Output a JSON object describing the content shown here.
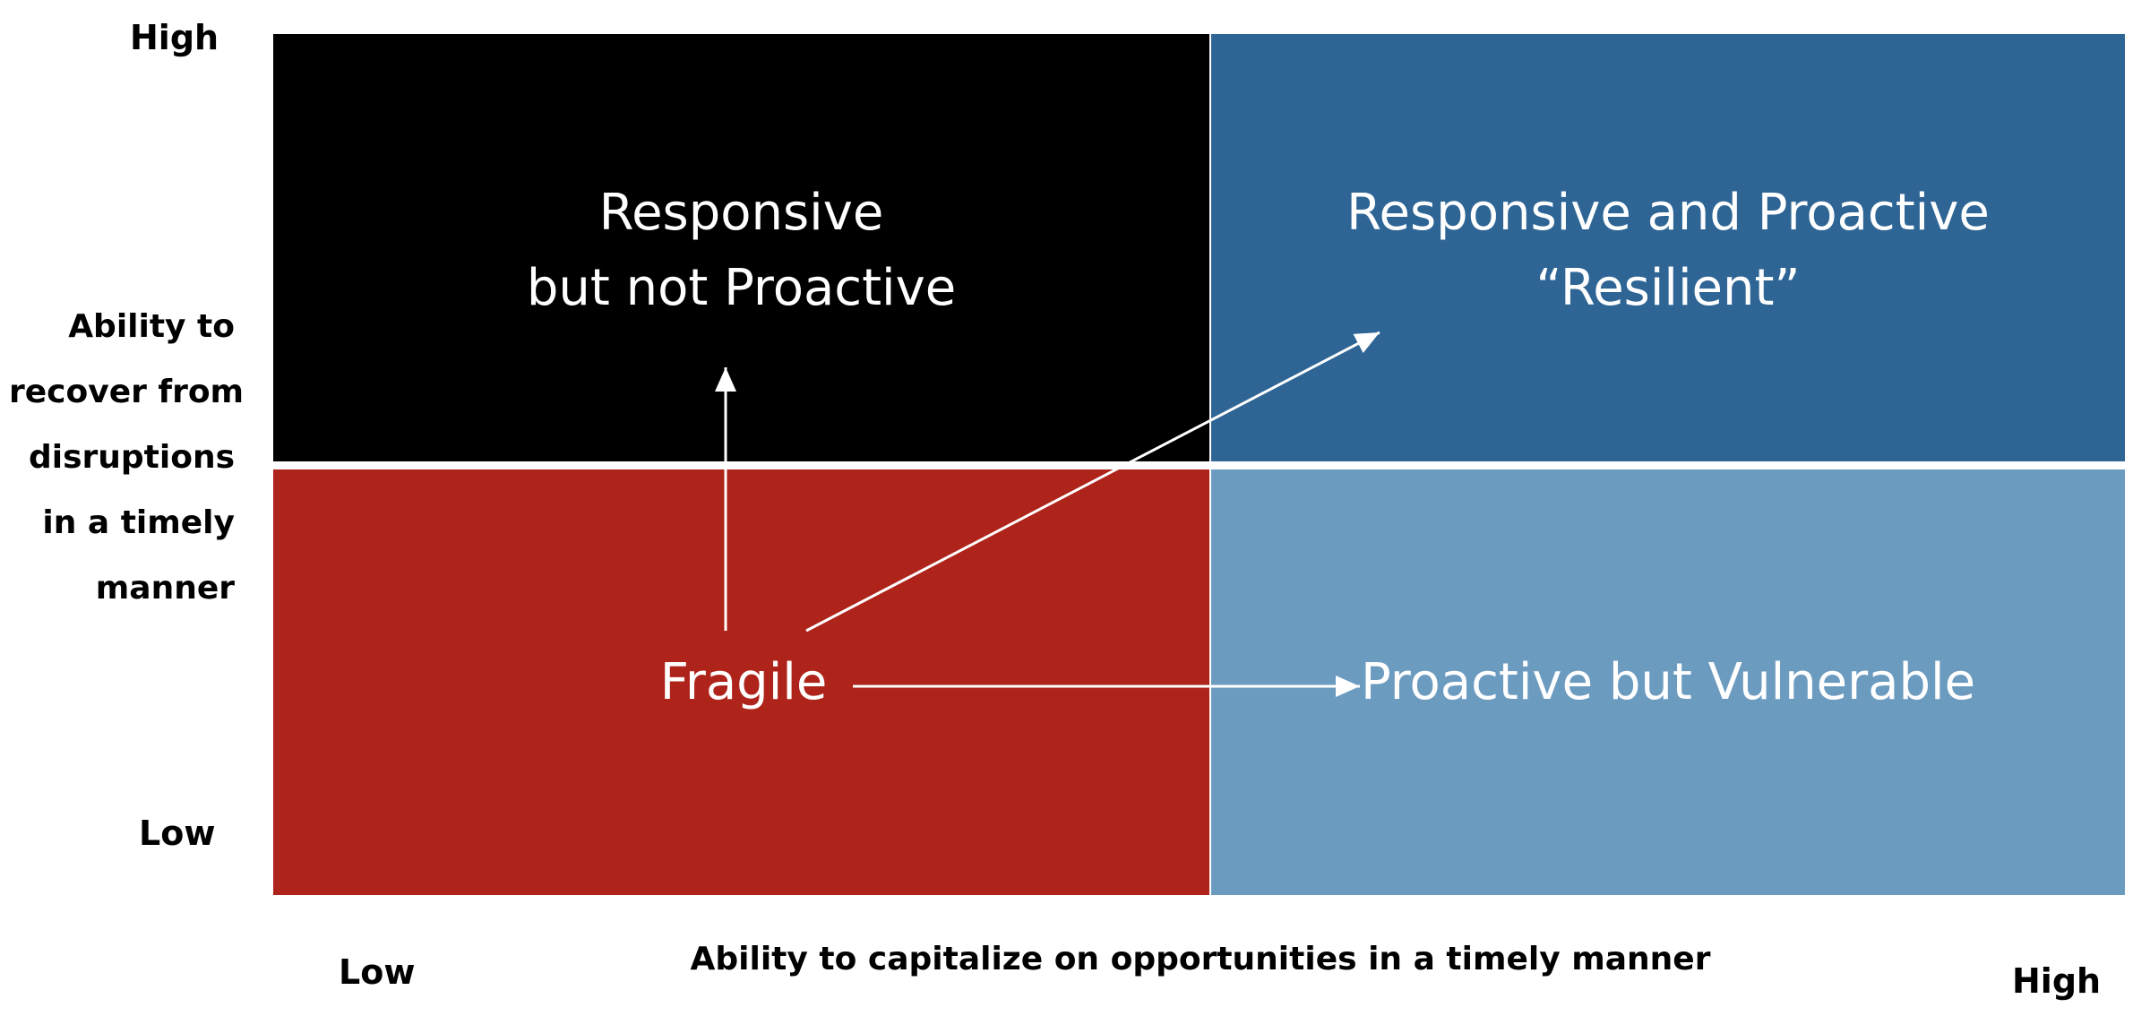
{
  "quadrants": {
    "top_left": {
      "lines": [
        "Responsive",
        "but not Proactive"
      ],
      "color": "#000000"
    },
    "top_right": {
      "lines": [
        "Responsive and Proactive",
        "“Resilient”"
      ],
      "color": "#2e6595"
    },
    "bottom_left": {
      "label": "Fragile",
      "color": "#ae231a"
    },
    "bottom_right": {
      "label": "Proactive but Vulnerable",
      "color": "#6c9bc0"
    }
  },
  "y_axis": {
    "title_lines": [
      "Ability to",
      "recover from",
      "disruptions",
      "in a timely",
      "manner"
    ],
    "high": "High",
    "low": "Low"
  },
  "x_axis": {
    "title": "Ability to capitalize on opportunities in a timely manner",
    "low": "Low",
    "high": "High"
  }
}
